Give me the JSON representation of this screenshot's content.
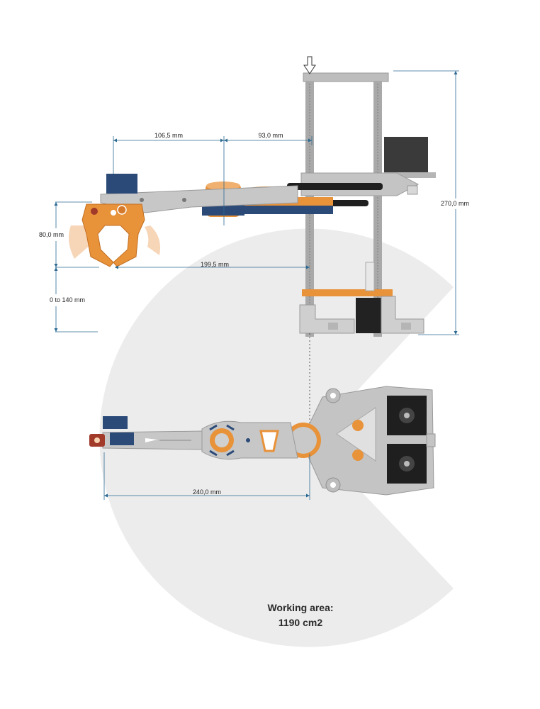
{
  "dimensions": {
    "joint_offset": "106,5 mm",
    "column_offset": "93,0 mm",
    "total_height": "270,0 mm",
    "gripper_opening": "80,0 mm",
    "reach_side": "199,5 mm",
    "vertical_travel": "0 to 140 mm",
    "reach_top": "240,0 mm"
  },
  "working_area": {
    "line1": "Working area:",
    "line2": "1190 cm2"
  },
  "colors": {
    "frame": "#c9c9c9",
    "frame_dark": "#9a9a9a",
    "accent_orange": "#e8923a",
    "motor_blue": "#2b4a78",
    "motor_black": "#1e1e1e",
    "dimension_line": "#2d6a93",
    "working_area_fill": "#ececec"
  }
}
